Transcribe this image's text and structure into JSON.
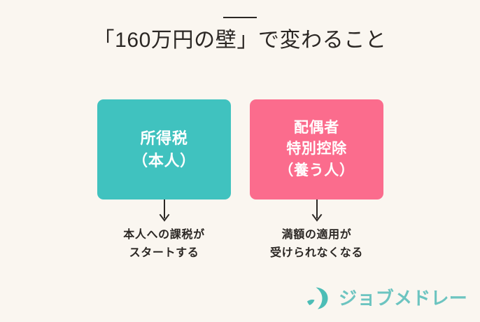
{
  "page": {
    "background_color": "#faf6f0",
    "text_color": "#2b2724"
  },
  "header": {
    "rule": "divider",
    "title": "「160万円の壁」で変わること"
  },
  "columns": [
    {
      "id": "income-tax",
      "card": {
        "color": "#40c2bf",
        "lines": [
          "所得税",
          "（本人）"
        ]
      },
      "arrow": "down-arrow",
      "caption": [
        "本人への課税が",
        "スタートする"
      ]
    },
    {
      "id": "spouse-special-deduction",
      "card": {
        "color": "#fb6c8d",
        "lines": [
          "配偶者",
          "特別控除",
          "（養う人）"
        ]
      },
      "arrow": "down-arrow",
      "caption": [
        "満額の適用が",
        "受けられなくなる"
      ]
    }
  ],
  "logo": {
    "mark": "jobmedley-crescent-mark",
    "text": "ジョブメドレー",
    "color": "#6cc4c0"
  }
}
